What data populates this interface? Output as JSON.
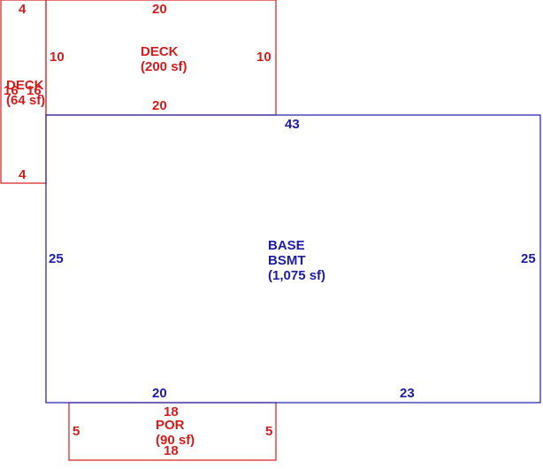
{
  "colors": {
    "red": "#d41c1c",
    "blue": "#1c1ca8"
  },
  "areas": {
    "deck_small": {
      "name": "DECK",
      "area": "(64 sf)",
      "dim_top": "4",
      "dim_bottom": "4",
      "dim_left": "16",
      "dim_right": "16"
    },
    "deck_large": {
      "name": "DECK",
      "area": "(200 sf)",
      "dim_top": "20",
      "dim_bottom": "20",
      "dim_left": "10",
      "dim_right": "10"
    },
    "base": {
      "name_line1": "BASE",
      "name_line2": "BSMT",
      "area": "(1,075 sf)",
      "dim_top": "43",
      "dim_left": "25",
      "dim_right": "25",
      "dim_bottom_left": "20",
      "dim_bottom_right": "23"
    },
    "porch": {
      "name": "POR",
      "area": "(90 sf)",
      "dim_top": "18",
      "dim_bottom": "18",
      "dim_left": "5",
      "dim_right": "5"
    }
  }
}
